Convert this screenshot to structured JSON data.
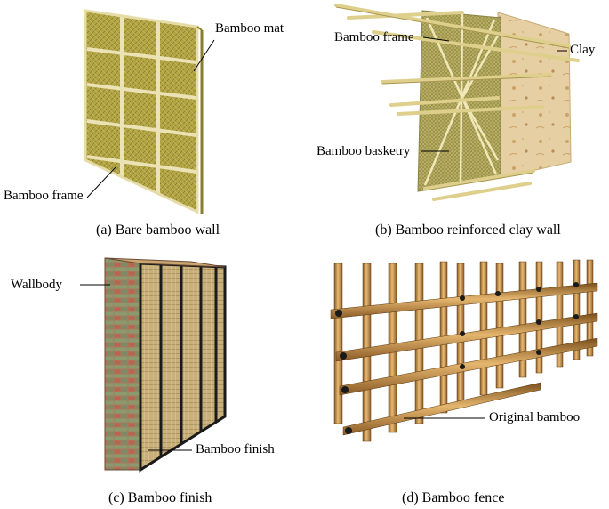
{
  "panels": [
    {
      "id": "a",
      "caption": "(a) Bare bamboo wall",
      "labels": [
        "Bamboo mat",
        "Bamboo frame"
      ]
    },
    {
      "id": "b",
      "caption": "(b) Bamboo reinforced clay wall",
      "labels": [
        "Bamboo frame",
        "Clay",
        "Bamboo basketry"
      ]
    },
    {
      "id": "c",
      "caption": "(c) Bamboo finish",
      "labels": [
        "Wallbody",
        "Bamboo finish"
      ]
    },
    {
      "id": "d",
      "caption": "(d) Bamboo fence",
      "labels": [
        "Original bamboo"
      ]
    }
  ],
  "colors": {
    "mat": "#b4a848",
    "frame": "#e8dfae",
    "clay": "#e6cfa2",
    "brick": "#9c6b4e",
    "bamboo": "#d9a55e",
    "dark": "#2a2a2a"
  }
}
